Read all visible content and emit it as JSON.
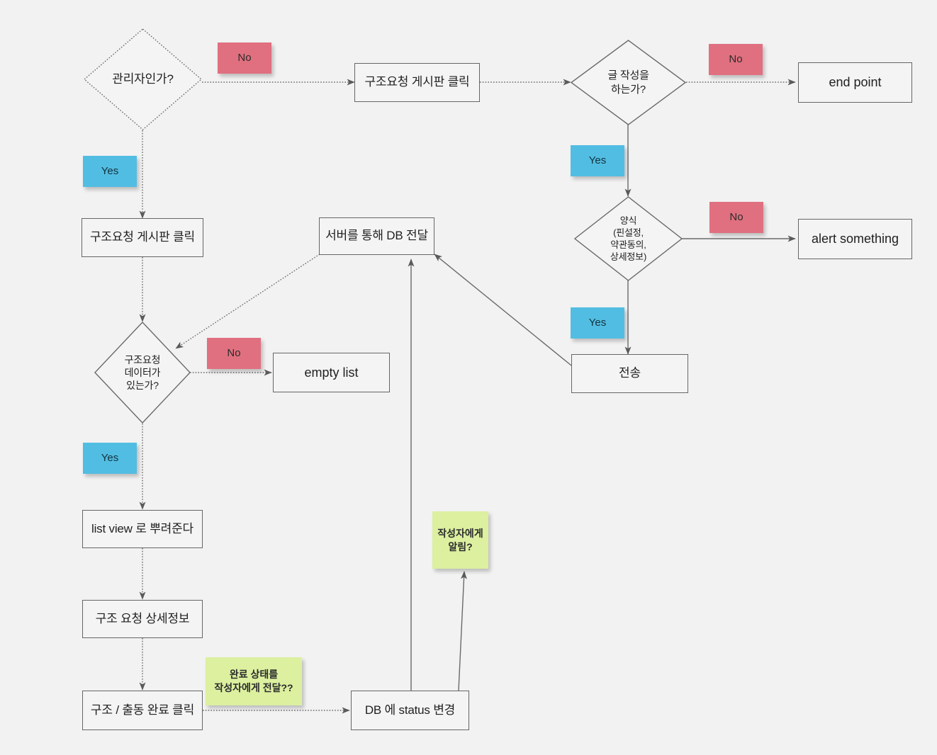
{
  "diagram": {
    "title": "Rescue request flowchart",
    "background_color": "#f2f2f2",
    "colors": {
      "node_border": "#666666",
      "node_fill": "#f4f4f4",
      "edge": "#6a6a6a",
      "sticky_no": "#e0707f",
      "sticky_yes": "#52bde2",
      "sticky_note": "#dcf0a0"
    },
    "nodes": [
      {
        "id": "n1",
        "type": "diamond",
        "label": "관리자인가?"
      },
      {
        "id": "n2",
        "type": "box",
        "label": "구조요청 게시판 클릭"
      },
      {
        "id": "n3",
        "type": "diamond",
        "label": "글 작성을\n하는가?"
      },
      {
        "id": "n4",
        "type": "box",
        "label": "end point"
      },
      {
        "id": "n5",
        "type": "diamond",
        "label": "양식\n(핀설정,\n약관동의,\n상세정보)"
      },
      {
        "id": "n6",
        "type": "box",
        "label": "alert something"
      },
      {
        "id": "n7",
        "type": "box",
        "label": "전송"
      },
      {
        "id": "n8",
        "type": "box",
        "label": "구조요청 게시판 클릭"
      },
      {
        "id": "n9",
        "type": "box",
        "label": "서버를 통해 DB 전달"
      },
      {
        "id": "n10",
        "type": "diamond",
        "label": "구조요청\n데이터가\n있는가?"
      },
      {
        "id": "n11",
        "type": "box",
        "label": "empty list"
      },
      {
        "id": "n12",
        "type": "box",
        "label": "list view 로 뿌려준다"
      },
      {
        "id": "n13",
        "type": "box",
        "label": "구조 요청  상세정보"
      },
      {
        "id": "n14",
        "type": "box",
        "label": "구조 / 출동 완료 클릭"
      },
      {
        "id": "n15",
        "type": "box",
        "label": "DB 에 status 변경"
      }
    ],
    "stickies": [
      {
        "id": "s1",
        "kind": "no",
        "label": "No"
      },
      {
        "id": "s2",
        "kind": "yes",
        "label": "Yes"
      },
      {
        "id": "s3",
        "kind": "no",
        "label": "No"
      },
      {
        "id": "s4",
        "kind": "yes",
        "label": "Yes"
      },
      {
        "id": "s5",
        "kind": "no",
        "label": "No"
      },
      {
        "id": "s6",
        "kind": "yes",
        "label": "Yes"
      },
      {
        "id": "s7",
        "kind": "no",
        "label": "No"
      },
      {
        "id": "s8",
        "kind": "note",
        "label": "작성자에게\n알림?"
      },
      {
        "id": "s9",
        "kind": "note",
        "label": "완료 상태를\n작성자에게 전달??"
      }
    ]
  }
}
